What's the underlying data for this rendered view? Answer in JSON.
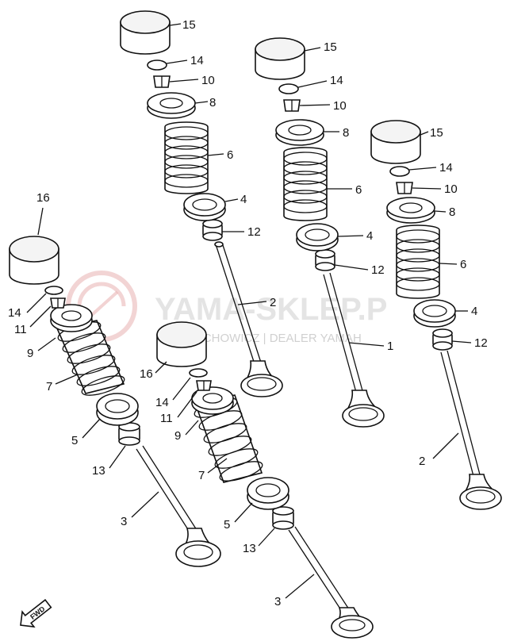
{
  "watermark": {
    "brand": "YAMA-SKLEP.P",
    "sub": "WOJ. IECHOWICZ | DEALER YAMAH",
    "color": "#e0a0a0"
  },
  "direction_marker": {
    "text": "FWD",
    "icon": "arrow-icon"
  },
  "callouts": [
    {
      "id": "15a",
      "text": "15"
    },
    {
      "id": "14a",
      "text": "14"
    },
    {
      "id": "10a",
      "text": "10"
    },
    {
      "id": "8a",
      "text": "8"
    },
    {
      "id": "6a",
      "text": "6"
    },
    {
      "id": "4a",
      "text": "4"
    },
    {
      "id": "12a",
      "text": "12"
    },
    {
      "id": "2a",
      "text": "2"
    },
    {
      "id": "15b",
      "text": "15"
    },
    {
      "id": "14b",
      "text": "14"
    },
    {
      "id": "10b",
      "text": "10"
    },
    {
      "id": "8b",
      "text": "8"
    },
    {
      "id": "6b",
      "text": "6"
    },
    {
      "id": "4b",
      "text": "4"
    },
    {
      "id": "12b",
      "text": "12"
    },
    {
      "id": "1",
      "text": "1"
    },
    {
      "id": "15c",
      "text": "15"
    },
    {
      "id": "14c",
      "text": "14"
    },
    {
      "id": "10c",
      "text": "10"
    },
    {
      "id": "8c",
      "text": "8"
    },
    {
      "id": "6c",
      "text": "6"
    },
    {
      "id": "4c",
      "text": "4"
    },
    {
      "id": "12c",
      "text": "12"
    },
    {
      "id": "2c",
      "text": "2"
    },
    {
      "id": "16a",
      "text": "16"
    },
    {
      "id": "14d",
      "text": "14"
    },
    {
      "id": "11a",
      "text": "11"
    },
    {
      "id": "9a",
      "text": "9"
    },
    {
      "id": "7a",
      "text": "7"
    },
    {
      "id": "5a",
      "text": "5"
    },
    {
      "id": "13a",
      "text": "13"
    },
    {
      "id": "3a",
      "text": "3"
    },
    {
      "id": "16b",
      "text": "16"
    },
    {
      "id": "14e",
      "text": "14"
    },
    {
      "id": "11b",
      "text": "11"
    },
    {
      "id": "9b",
      "text": "9"
    },
    {
      "id": "7b",
      "text": "7"
    },
    {
      "id": "5b",
      "text": "5"
    },
    {
      "id": "13b",
      "text": "13"
    },
    {
      "id": "3b",
      "text": "3"
    }
  ]
}
